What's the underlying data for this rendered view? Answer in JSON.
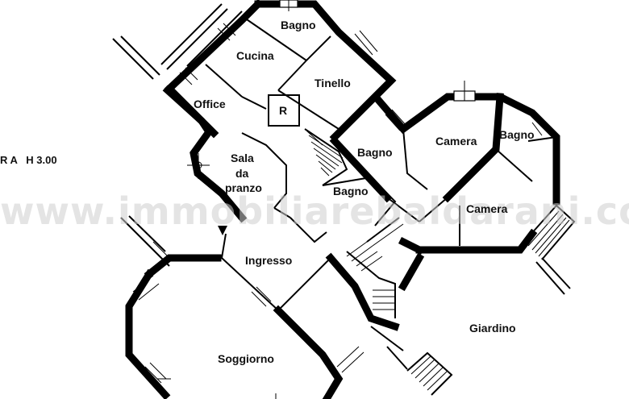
{
  "floor_label": "R A   H 3.00",
  "watermark": "www.immobiliarebaldarani.com",
  "rooms": {
    "bagno_top": "Bagno",
    "cucina": "Cucina",
    "tinello": "Tinello",
    "office": "Office",
    "r": "R",
    "sala_line1": "Sala",
    "sala_line2": "da",
    "sala_line3": "pranzo",
    "bagno_mid": "Bagno",
    "camera_top": "Camera",
    "bagno_right": "Bagno",
    "bagno_lower": "Bagno",
    "camera_lower": "Camera",
    "ingresso": "Ingresso",
    "giardino": "Giardino",
    "soggiorno": "Soggiorno"
  }
}
